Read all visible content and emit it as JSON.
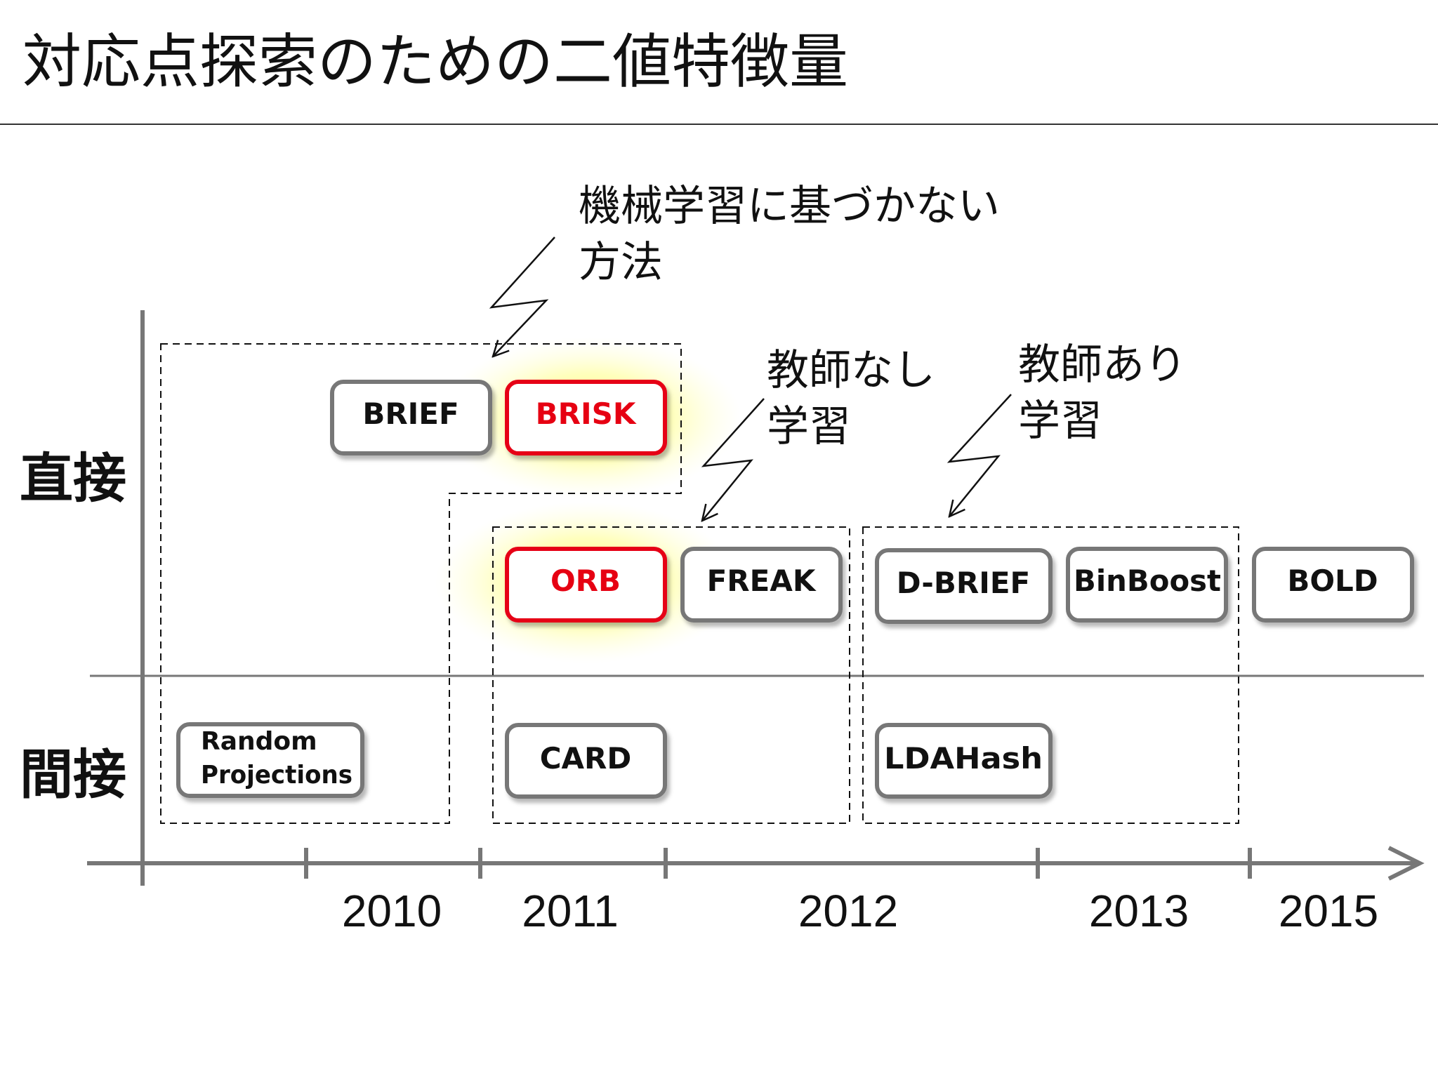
{
  "title": "対応点探索のための二値特徴量",
  "row_labels": {
    "direct": "直接",
    "indirect": "間接"
  },
  "years": [
    "2010",
    "2011",
    "2012",
    "2013",
    "2015"
  ],
  "descriptors": {
    "brief": "BRIEF",
    "brisk": "BRISK",
    "orb": "ORB",
    "freak": "FREAK",
    "dbrief": "D-BRIEF",
    "binboost": "BinBoost",
    "bold": "BOLD",
    "random_projections": [
      "Random",
      "Projections"
    ],
    "card": "CARD",
    "ldahash": "LDAHash"
  },
  "annotations": {
    "non_learning": [
      "機械学習に基づかない",
      "方法"
    ],
    "unsupervised": [
      "教師なし",
      "学習"
    ],
    "supervised": [
      "教師あり",
      "学習"
    ]
  },
  "colors": {
    "highlight": "#e60012",
    "glow": "#ffff66",
    "box_border": "#777777",
    "axis": "#777777"
  }
}
